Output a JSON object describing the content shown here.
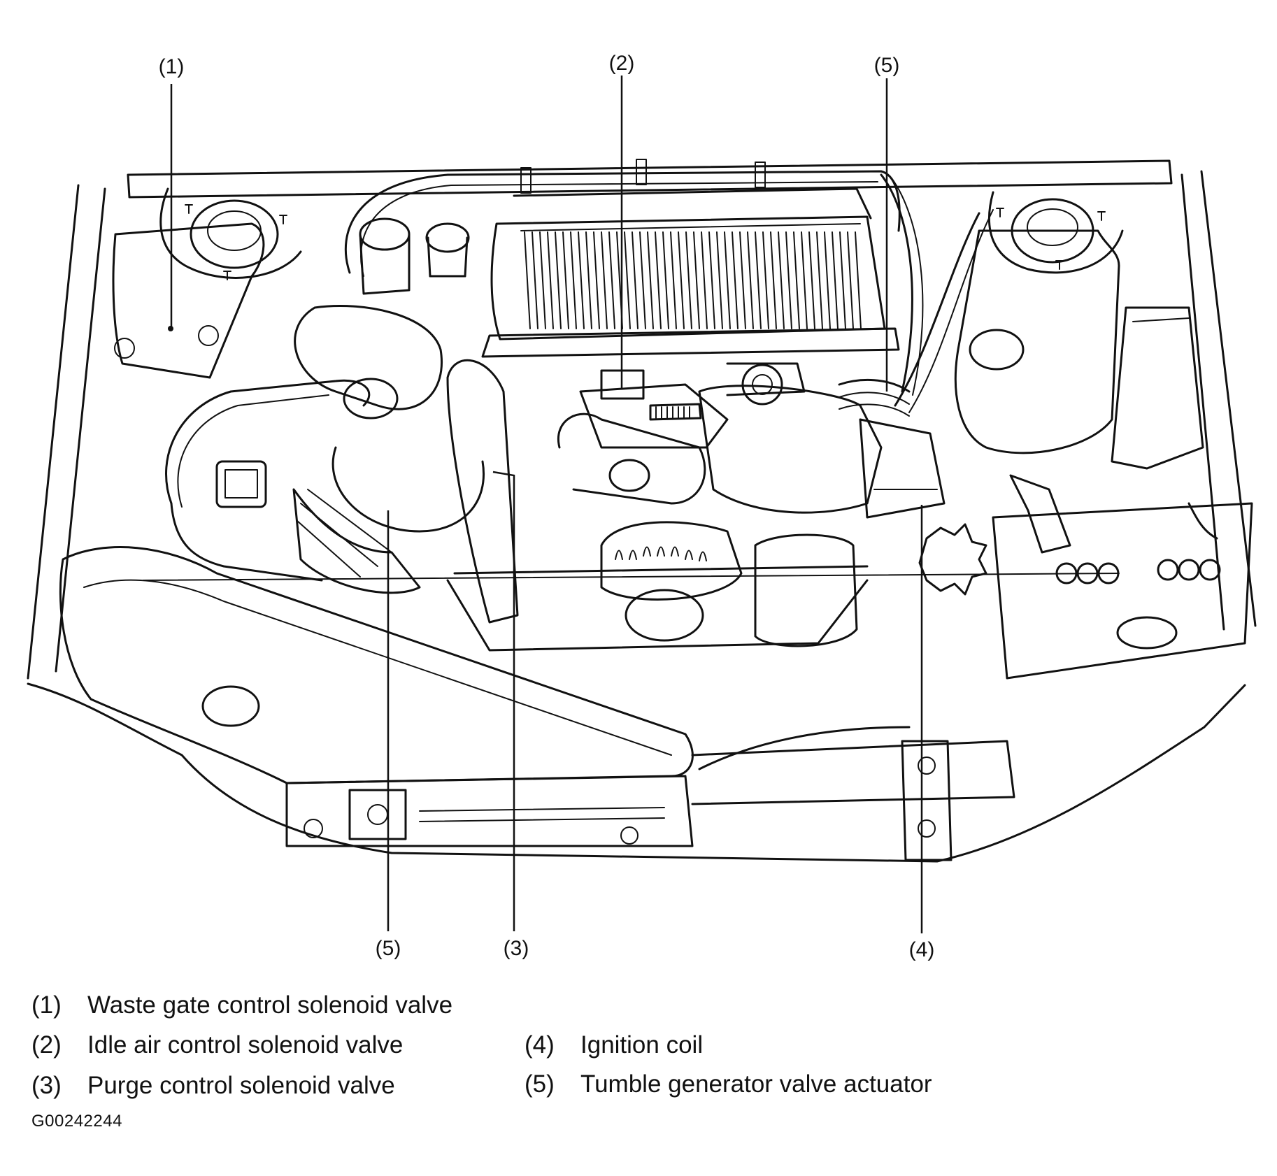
{
  "callouts": {
    "c1_top": "(1)",
    "c2_top": "(2)",
    "c5_top": "(5)",
    "c5_bottom": "(5)",
    "c3_bottom": "(3)",
    "c4_bottom": "(4)"
  },
  "legend": {
    "items": [
      {
        "num": "(1)",
        "label": "Waste gate control solenoid valve"
      },
      {
        "num": "(2)",
        "label": "Idle air control solenoid valve"
      },
      {
        "num": "(3)",
        "label": "Purge control solenoid valve"
      },
      {
        "num": "(4)",
        "label": "Ignition coil"
      },
      {
        "num": "(5)",
        "label": "Tumble generator valve actuator"
      }
    ]
  },
  "figure_id": "G00242244"
}
